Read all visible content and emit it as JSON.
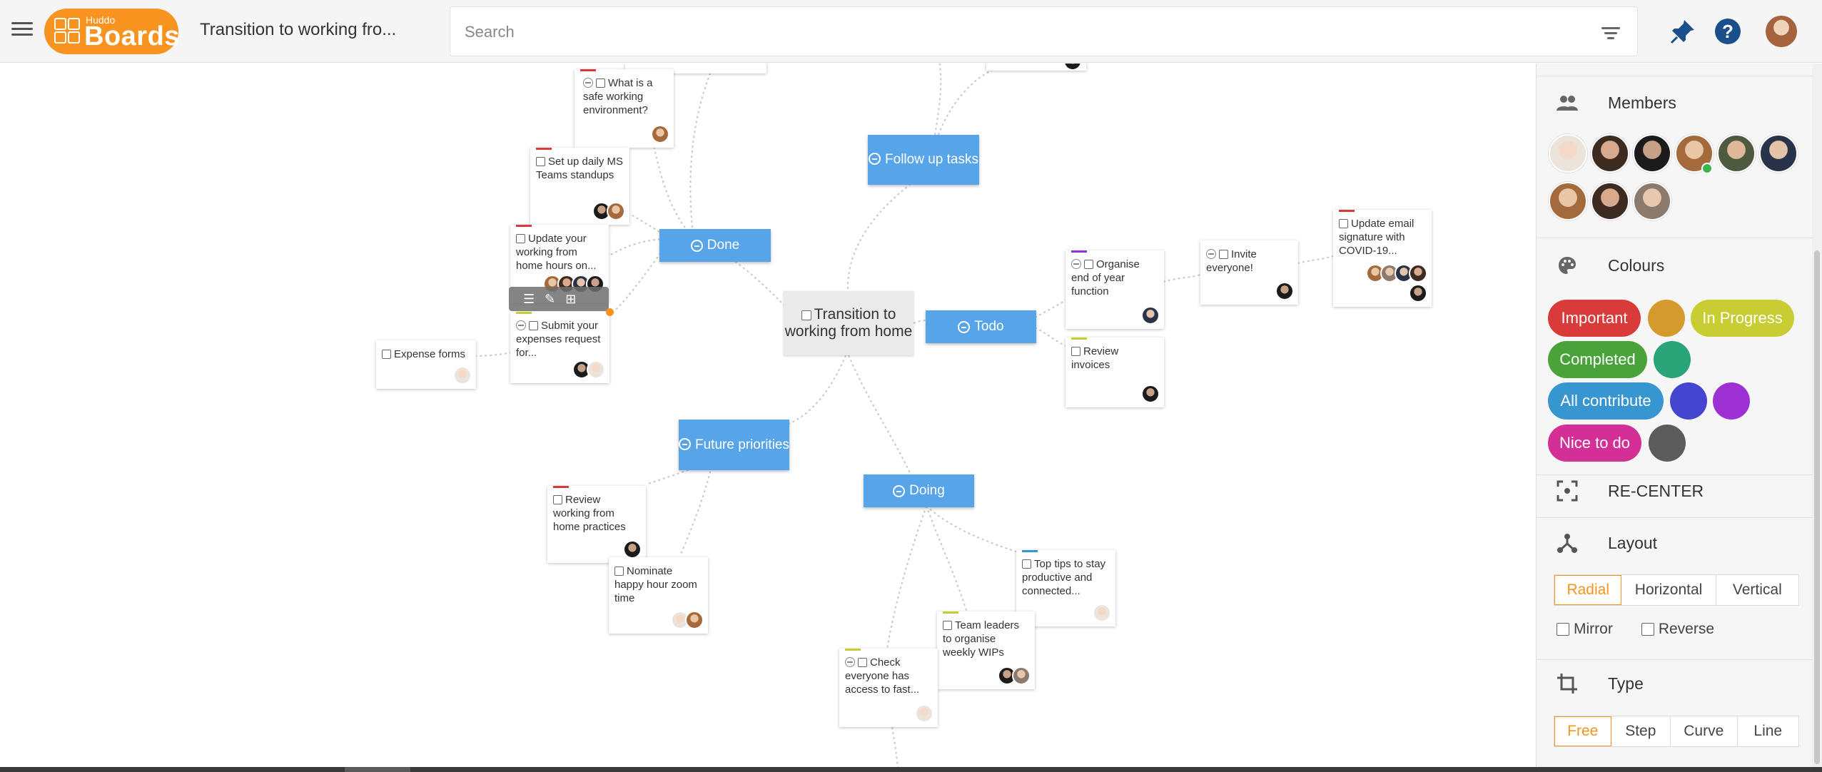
{
  "header": {
    "logo_small": "Huddo",
    "logo_big": "Boards",
    "board_title": "Transition to working fro...",
    "search_placeholder": "Search"
  },
  "mindmap": {
    "center": "Transition to working from home",
    "branches": {
      "done": "Done",
      "follow_up": "Follow up tasks",
      "todo": "Todo",
      "future": "Future priorities",
      "doing": "Doing"
    },
    "cards": {
      "safe_env": "What is a safe working environment?",
      "standups": "Set up daily MS Teams standups",
      "hours": "Update your working from home hours on...",
      "expenses": "Submit your expenses request for...",
      "expense_forms": "Expense forms",
      "organise": "Organise end of year function",
      "invite": "Invite everyone!",
      "signature": "Update email signature with COVID-19...",
      "invoices": "Review invoices",
      "review_wfh": "Review working from home practices",
      "happy_hour": "Nominate happy hour zoom time",
      "top_tips": "Top tips to stay productive and connected...",
      "team_leaders": "Team leaders to organise weekly WIPs",
      "check_access": "Check everyone has access to fast..."
    }
  },
  "sidebar": {
    "members_title": "Members",
    "colours_title": "Colours",
    "colour_chips": {
      "important": "Important",
      "in_progress": "In Progress",
      "completed": "Completed",
      "all_contribute": "All contribute",
      "nice_to_do": "Nice to do"
    },
    "recenter": "RE-CENTER",
    "layout_title": "Layout",
    "layout_options": {
      "radial": "Radial",
      "horizontal": "Horizontal",
      "vertical": "Vertical"
    },
    "layout_selected": "Radial",
    "mirror": "Mirror",
    "reverse": "Reverse",
    "type_title": "Type",
    "type_options": {
      "free": "Free",
      "step": "Step",
      "curve": "Curve",
      "line": "Line"
    },
    "type_selected": "Free"
  },
  "colors": {
    "accent": "#f7931e",
    "node_blue": "#58a4e8",
    "important": "#d93a3a",
    "amber": "#d59a2e",
    "in_progress": "#c9cd34",
    "completed": "#4aa33a",
    "teal": "#2aa57a",
    "all_contribute": "#3796cf",
    "indigo": "#4546cf",
    "purple": "#9d30d3",
    "nice_to_do": "#d42f97",
    "grey": "#5c5c5c"
  }
}
